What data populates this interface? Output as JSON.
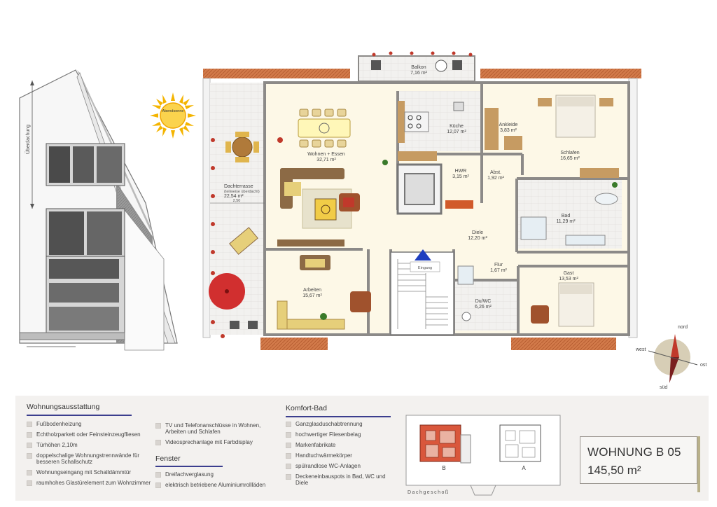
{
  "elevation": {
    "label": "Überdachung"
  },
  "sun": {
    "label": "Abendsonne"
  },
  "plan": {
    "entrance_label": "Eingang",
    "terrace_dim": "2,50",
    "rooms": [
      {
        "id": "balkon",
        "name": "Balkon",
        "area": "7,16 m²"
      },
      {
        "id": "kueche",
        "name": "Küche",
        "area": "12,07 m²"
      },
      {
        "id": "ankleide",
        "name": "Ankleide",
        "area": "3,83 m²"
      },
      {
        "id": "wohnen",
        "name": "Wohnen + Essen",
        "area": "32,71 m²"
      },
      {
        "id": "schlafen",
        "name": "Schlafen",
        "area": "16,65 m²"
      },
      {
        "id": "hwr",
        "name": "HWR",
        "area": "3,15 m²"
      },
      {
        "id": "abst",
        "name": "Abst.",
        "area": "1,92 m²"
      },
      {
        "id": "terrasse",
        "name": "Dachterrasse",
        "note": "(teilweise überdacht)",
        "area": "22,54 m²"
      },
      {
        "id": "bad",
        "name": "Bad",
        "area": "11,29 m²"
      },
      {
        "id": "diele",
        "name": "Diele",
        "area": "12,20 m²"
      },
      {
        "id": "flur",
        "name": "Flur",
        "area": "1,67 m²"
      },
      {
        "id": "gast",
        "name": "Gast",
        "area": "13,53 m²"
      },
      {
        "id": "arbeiten",
        "name": "Arbeiten",
        "area": "15,67 m²"
      },
      {
        "id": "duwc",
        "name": "Du/WC",
        "area": "6,26 m²"
      }
    ]
  },
  "compass": {
    "north": "nord",
    "east": "ost",
    "south": "süd",
    "west": "west"
  },
  "features": {
    "title": "Wohnungsausstattung",
    "col1": [
      "Fußbodenheizung",
      "Echtholzparkett oder Feinsteinzeugfliesen",
      "Türhöhen 2,10m",
      "doppelschalige Wohnungstrennwände für besseren Schallschutz",
      "Wohnungseingang mit Schalldämmtür",
      "raumhohes Glastürelement zum Wohnzimmer"
    ],
    "col2": [
      "TV und Telefonanschlüsse in Wohnen, Arbeiten und Schlafen",
      "Videosprechanlage mit Farbdisplay"
    ]
  },
  "windows": {
    "title": "Fenster",
    "items": [
      "Dreifachverglasung",
      "elektrisch betriebene Aluminiumrollläden"
    ]
  },
  "bath": {
    "title": "Komfort-Bad",
    "items": [
      "Ganzglasduschabtrennung",
      "hochwertiger Fliesenbelag",
      "Markenfabrikate",
      "Handtuchwärmekörper",
      "spülrandlose WC-Anlagen",
      "Deckeneinbauspots in Bad, WC und Diele"
    ]
  },
  "keyplan": {
    "label_b": "B",
    "label_a": "A",
    "floor": "Dachgeschoß"
  },
  "unit": {
    "name": "WOHNUNG B 05",
    "area": "145,50 m²"
  },
  "colors": {
    "accent": "#3b3e8e",
    "wall": "#8c8a88",
    "roof": "#c7683a",
    "highlight": "#d9573c"
  }
}
